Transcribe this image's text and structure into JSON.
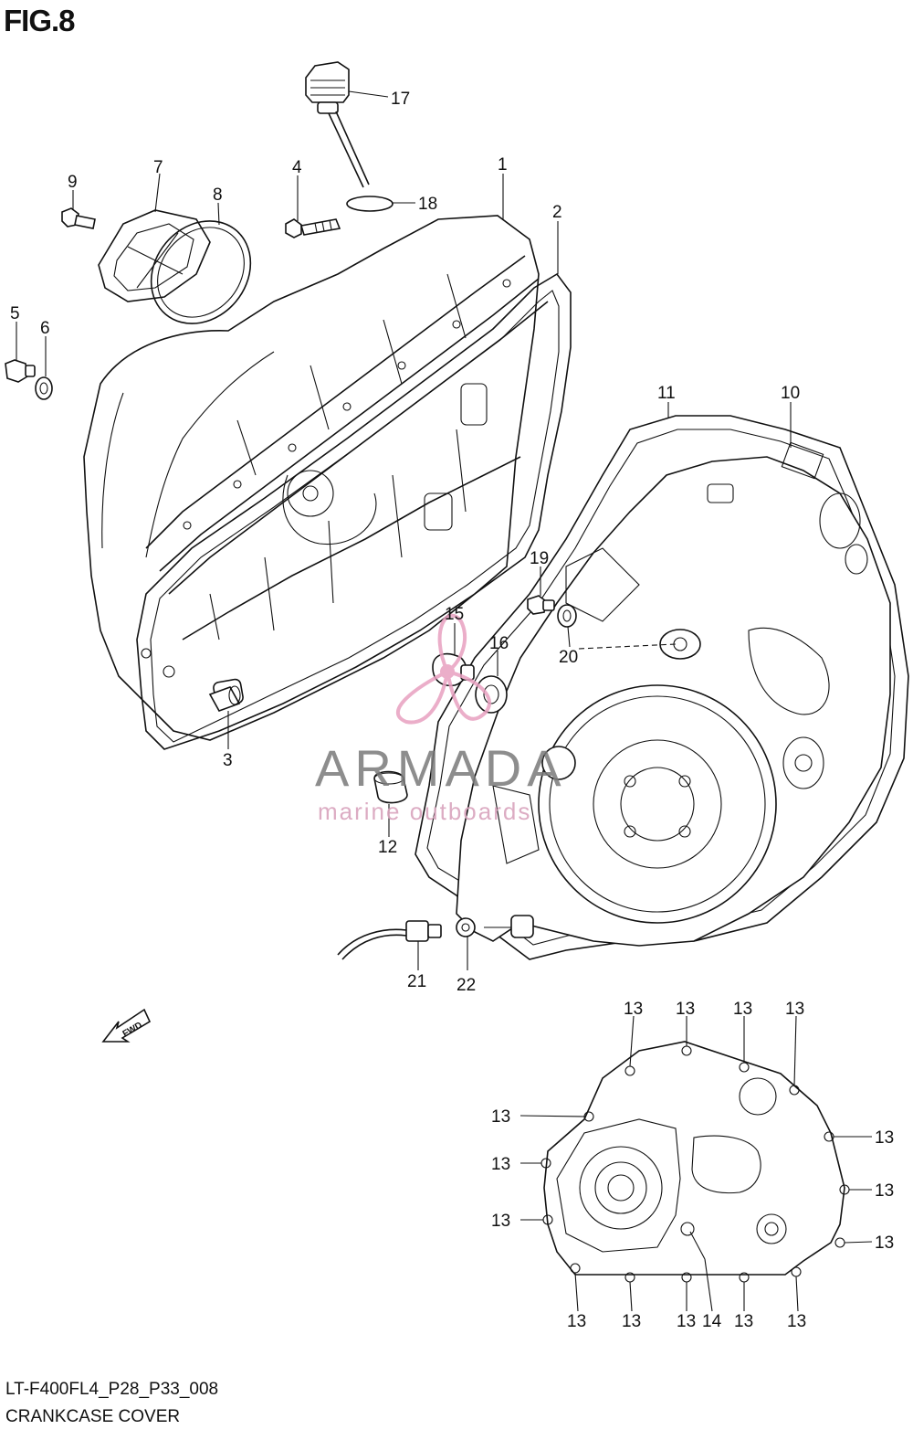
{
  "figure": {
    "title": "FIG.8"
  },
  "footer": {
    "model_code": "LT-F400FL4_P28_P33_008",
    "caption": "CRANKCASE COVER"
  },
  "watermark": {
    "brand": "ARMADA",
    "tagline": "marine outboards",
    "logo_color": "#e8a0c0"
  },
  "fwd_arrow": {
    "text": "FWD"
  },
  "callouts": [
    {
      "id": "c17",
      "num": "17"
    },
    {
      "id": "c18",
      "num": "18"
    },
    {
      "id": "c1",
      "num": "1"
    },
    {
      "id": "c2",
      "num": "2"
    },
    {
      "id": "c4",
      "num": "4"
    },
    {
      "id": "c7",
      "num": "7"
    },
    {
      "id": "c8",
      "num": "8"
    },
    {
      "id": "c9",
      "num": "9"
    },
    {
      "id": "c5",
      "num": "5"
    },
    {
      "id": "c6",
      "num": "6"
    },
    {
      "id": "c11",
      "num": "11"
    },
    {
      "id": "c10",
      "num": "10"
    },
    {
      "id": "c19",
      "num": "19"
    },
    {
      "id": "c20",
      "num": "20"
    },
    {
      "id": "c15",
      "num": "15"
    },
    {
      "id": "c16",
      "num": "16"
    },
    {
      "id": "c3",
      "num": "3"
    },
    {
      "id": "c12",
      "num": "12"
    },
    {
      "id": "c21",
      "num": "21"
    },
    {
      "id": "c22",
      "num": "22"
    },
    {
      "id": "c13a",
      "num": "13"
    },
    {
      "id": "c13b",
      "num": "13"
    },
    {
      "id": "c13c",
      "num": "13"
    },
    {
      "id": "c13d",
      "num": "13"
    },
    {
      "id": "c13e",
      "num": "13"
    },
    {
      "id": "c13f",
      "num": "13"
    },
    {
      "id": "c13g",
      "num": "13"
    },
    {
      "id": "c13h",
      "num": "13"
    },
    {
      "id": "c13i",
      "num": "13"
    },
    {
      "id": "c13j",
      "num": "13"
    },
    {
      "id": "c13k",
      "num": "13"
    },
    {
      "id": "c13l",
      "num": "13"
    },
    {
      "id": "c13m",
      "num": "13"
    },
    {
      "id": "c13n",
      "num": "13"
    },
    {
      "id": "c13o",
      "num": "13"
    },
    {
      "id": "c14",
      "num": "14"
    }
  ]
}
